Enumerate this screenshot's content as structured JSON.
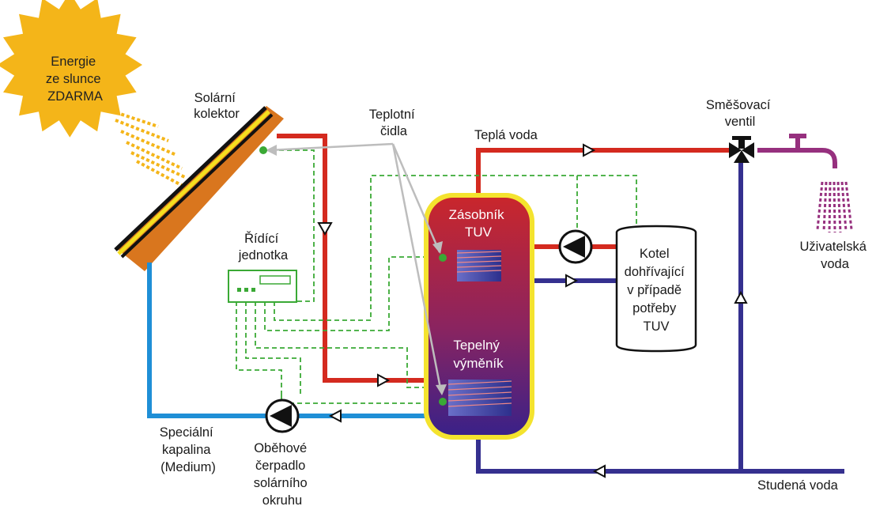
{
  "sun": {
    "line1": "Energie",
    "line2": "ze slunce",
    "line3": "ZDARMA"
  },
  "collector": {
    "line1": "Solární",
    "line2": "kolektor"
  },
  "sensors": {
    "line1": "Teplotní",
    "line2": "čidla"
  },
  "hot_water": "Teplá voda",
  "mixing_valve": {
    "line1": "Směšovací",
    "line2": "ventil"
  },
  "user_water": {
    "line1": "Uživatelská",
    "line2": "voda"
  },
  "control_unit": {
    "line1": "Řídící",
    "line2": "jednotka"
  },
  "tank": {
    "line1": "Zásobník",
    "line2": "TUV"
  },
  "exchanger": {
    "line1": "Tepelný",
    "line2": "výměník"
  },
  "boiler": {
    "line1": "Kotel",
    "line2": "dohřívající",
    "line3": "v případě",
    "line4": "potřeby",
    "line5": "TUV"
  },
  "fluid": {
    "line1": "Speciální",
    "line2": "kapalina",
    "line3": "(Medium)"
  },
  "pump": {
    "line1": "Oběhové",
    "line2": "čerpadlo",
    "line3": "solárního",
    "line4": "okruhu"
  },
  "cold_water": "Studená voda",
  "colors": {
    "hot_pipe": "#d42a1f",
    "cold_pipe": "#35308f",
    "solar_return": "#1f8fd6",
    "control_wire": "#3aa935",
    "sun": "#f4b519",
    "collector": "#d9761e",
    "user_water": "#96307e"
  }
}
